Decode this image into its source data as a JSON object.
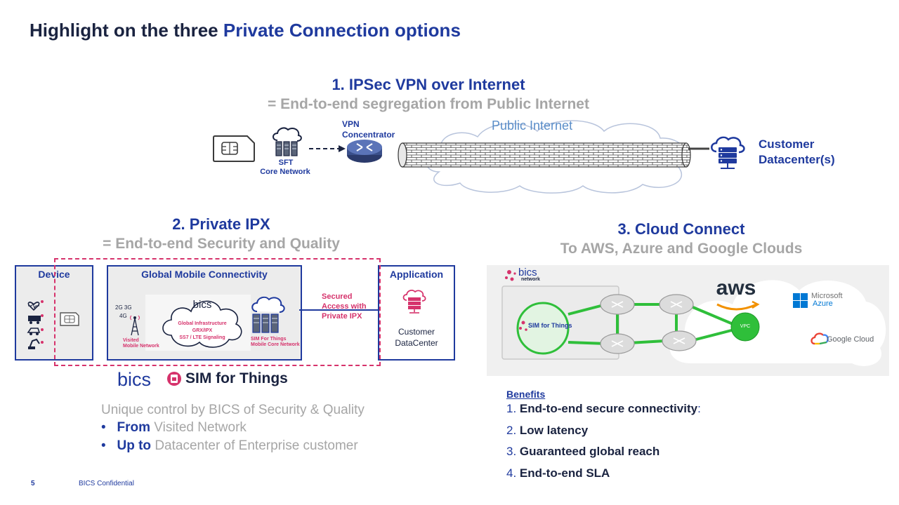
{
  "title": {
    "prefix": "Highlight on the three ",
    "highlight": "Private Connection options"
  },
  "option1": {
    "heading": "1. IPSec VPN over Internet",
    "subheading": "= End-to-end segregation from Public Internet",
    "public_internet": "Public Internet",
    "vpn_label_1": "VPN",
    "vpn_label_2": "Concentrator",
    "sft_label_1": "SFT",
    "sft_label_2": "Core Network",
    "customer_1": "Customer",
    "customer_2": "Datacenter(s)"
  },
  "option2": {
    "heading": "2. Private IPX",
    "subheading": "= End-to-end Security and Quality",
    "device": "Device",
    "gmc": "Global Mobile Connectivity",
    "application": "Application",
    "bics_cloud": "bics",
    "gi_1": "Global Infrastructure",
    "gi_2": "GRX/IPX",
    "gi_3": "SS7 / LTE Signaling",
    "g2g3": "2G 3G",
    "g4": "4G",
    "visited_1": "Visited",
    "visited_2": "Mobile Network",
    "sft_core_1": "SIM For Things",
    "sft_core_2": "Mobile Core Network",
    "secured_1": "Secured",
    "secured_2": "Access with",
    "secured_3": "Private IPX",
    "cust_dc_1": "Customer",
    "cust_dc_2": "DataCenter",
    "logo_bics": "bics",
    "logo_sft": "SIM for Things",
    "unique": "Unique control by BICS of Security & Quality",
    "bullets": [
      {
        "bold": "From",
        "rest": " Visited Network"
      },
      {
        "bold": "Up to",
        "rest": " Datacenter of Enterprise customer"
      }
    ]
  },
  "option3": {
    "heading": "3. Cloud Connect",
    "subheading": "To AWS, Azure and Google Clouds",
    "bics_net_1": "bics",
    "bics_net_2": "network",
    "sim_for_things": "SIM for Things",
    "aws": "aws",
    "vpc": "VPC",
    "ms_1": "Microsoft",
    "ms_2": "Azure",
    "google": "Google Cloud"
  },
  "benefits": {
    "title": "Benefits",
    "items": [
      {
        "num": "1. ",
        "text": "End-to-end secure connectivity",
        "suffix": ":"
      },
      {
        "num": "2. ",
        "text": "Low latency",
        "suffix": ""
      },
      {
        "num": "3. ",
        "text": "Guaranteed global reach",
        "suffix": ""
      },
      {
        "num": "4. ",
        "text": "End-to-end SLA",
        "suffix": ""
      }
    ]
  },
  "footer": {
    "page": "5",
    "confidential": "BICS Confidential"
  },
  "colors": {
    "brand_blue": "#1f3a9e",
    "dark": "#1a2340",
    "gray": "#a6a6a6",
    "magenta": "#d6336c",
    "green": "#2fbf3a"
  }
}
